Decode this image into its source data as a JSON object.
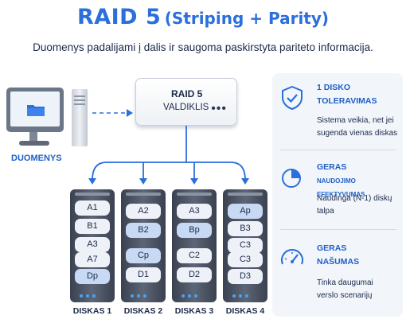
{
  "title": {
    "main": "RAID 5",
    "sub": "(Striping + Parity)"
  },
  "subtitle": "Duomenys padalijami į dalis ir saugoma paskirstyta pariteto informacija.",
  "computer": {
    "label": "DUOMENYS"
  },
  "controller": {
    "line1": "RAID 5",
    "line2": "VALDIKLIS",
    "dots": "•••"
  },
  "drives": [
    {
      "label": "DISKAS 1",
      "blocks": [
        "A1",
        "B1",
        "A3",
        "A7",
        "Dp"
      ]
    },
    {
      "label": "DISKAS 2",
      "blocks": [
        "A2",
        "B2",
        "Cp",
        "D1"
      ]
    },
    {
      "label": "DISKAS 3",
      "blocks": [
        "A3",
        "Bp",
        "C2",
        "D2"
      ]
    },
    {
      "label": "DISKAS 4",
      "blocks": [
        "Ap",
        "B3",
        "C3",
        "C3",
        "D3"
      ]
    }
  ],
  "features": [
    {
      "icon": "shield-check-icon",
      "title_1": "1 DISKO",
      "title_2": "TOLERAVIMAS",
      "body_1": "Sistema veikia, net jei",
      "body_2": "sugenda vienas diskas"
    },
    {
      "icon": "pie-chart-icon",
      "title_1": "GERAS",
      "title_2": "NAUDOJIMO EFEKTYVUMAS",
      "body_1": "Naudinga (N-1) diskų",
      "body_2": "talpa"
    },
    {
      "icon": "speedometer-icon",
      "title_1": "GERAS",
      "title_2": "NAŠUMAS",
      "body_1": "Tinka daugumai",
      "body_2": "verslo scenarijų"
    }
  ],
  "colors": {
    "accent": "#2a6fdb",
    "parity_block": "#c8d9f4",
    "panel_bg": "#f2f5fa"
  }
}
